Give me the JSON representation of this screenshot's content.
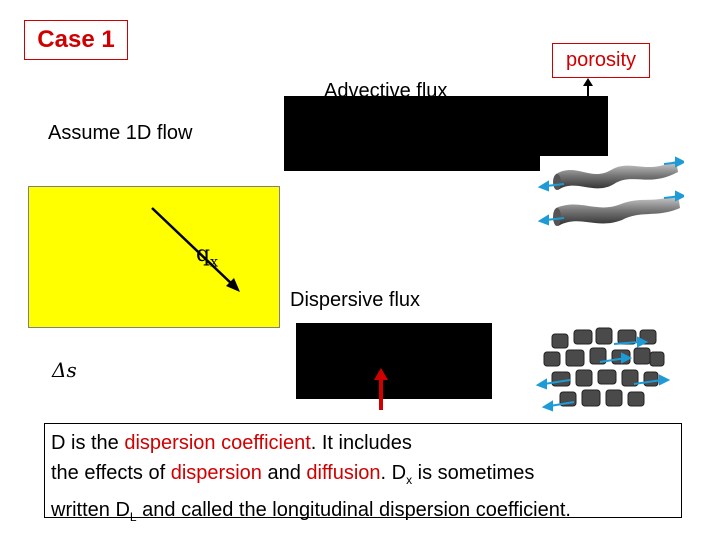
{
  "case_label": "Case 1",
  "porosity_label": "porosity",
  "advective_flux_label": "Advective flux",
  "assume_label": "Assume 1D flow",
  "qx": {
    "base": "q",
    "sub": "x"
  },
  "dispersive_flux_label": "Dispersive flux",
  "delta_s_label": "Δs",
  "note": {
    "line1_part1": "D is the ",
    "line1_red": "dispersion coefficient",
    "line1_part2": ".  It includes",
    "line2_part1": "the effects of ",
    "line2_red1": "dispersion",
    "line2_part2": " and ",
    "line2_red2": "diffusion",
    "line2_part3": ". D",
    "line2_sub": "x",
    "line2_part4": " is sometimes",
    "line3_part1": "written D",
    "line3_sub": "L",
    "line3_part2": " and called the longitudinal dispersion coefficient."
  },
  "colors": {
    "accent_red": "#d00000",
    "cell_fill": "#ffff00",
    "arrow_blue": "#1e9bd7"
  }
}
